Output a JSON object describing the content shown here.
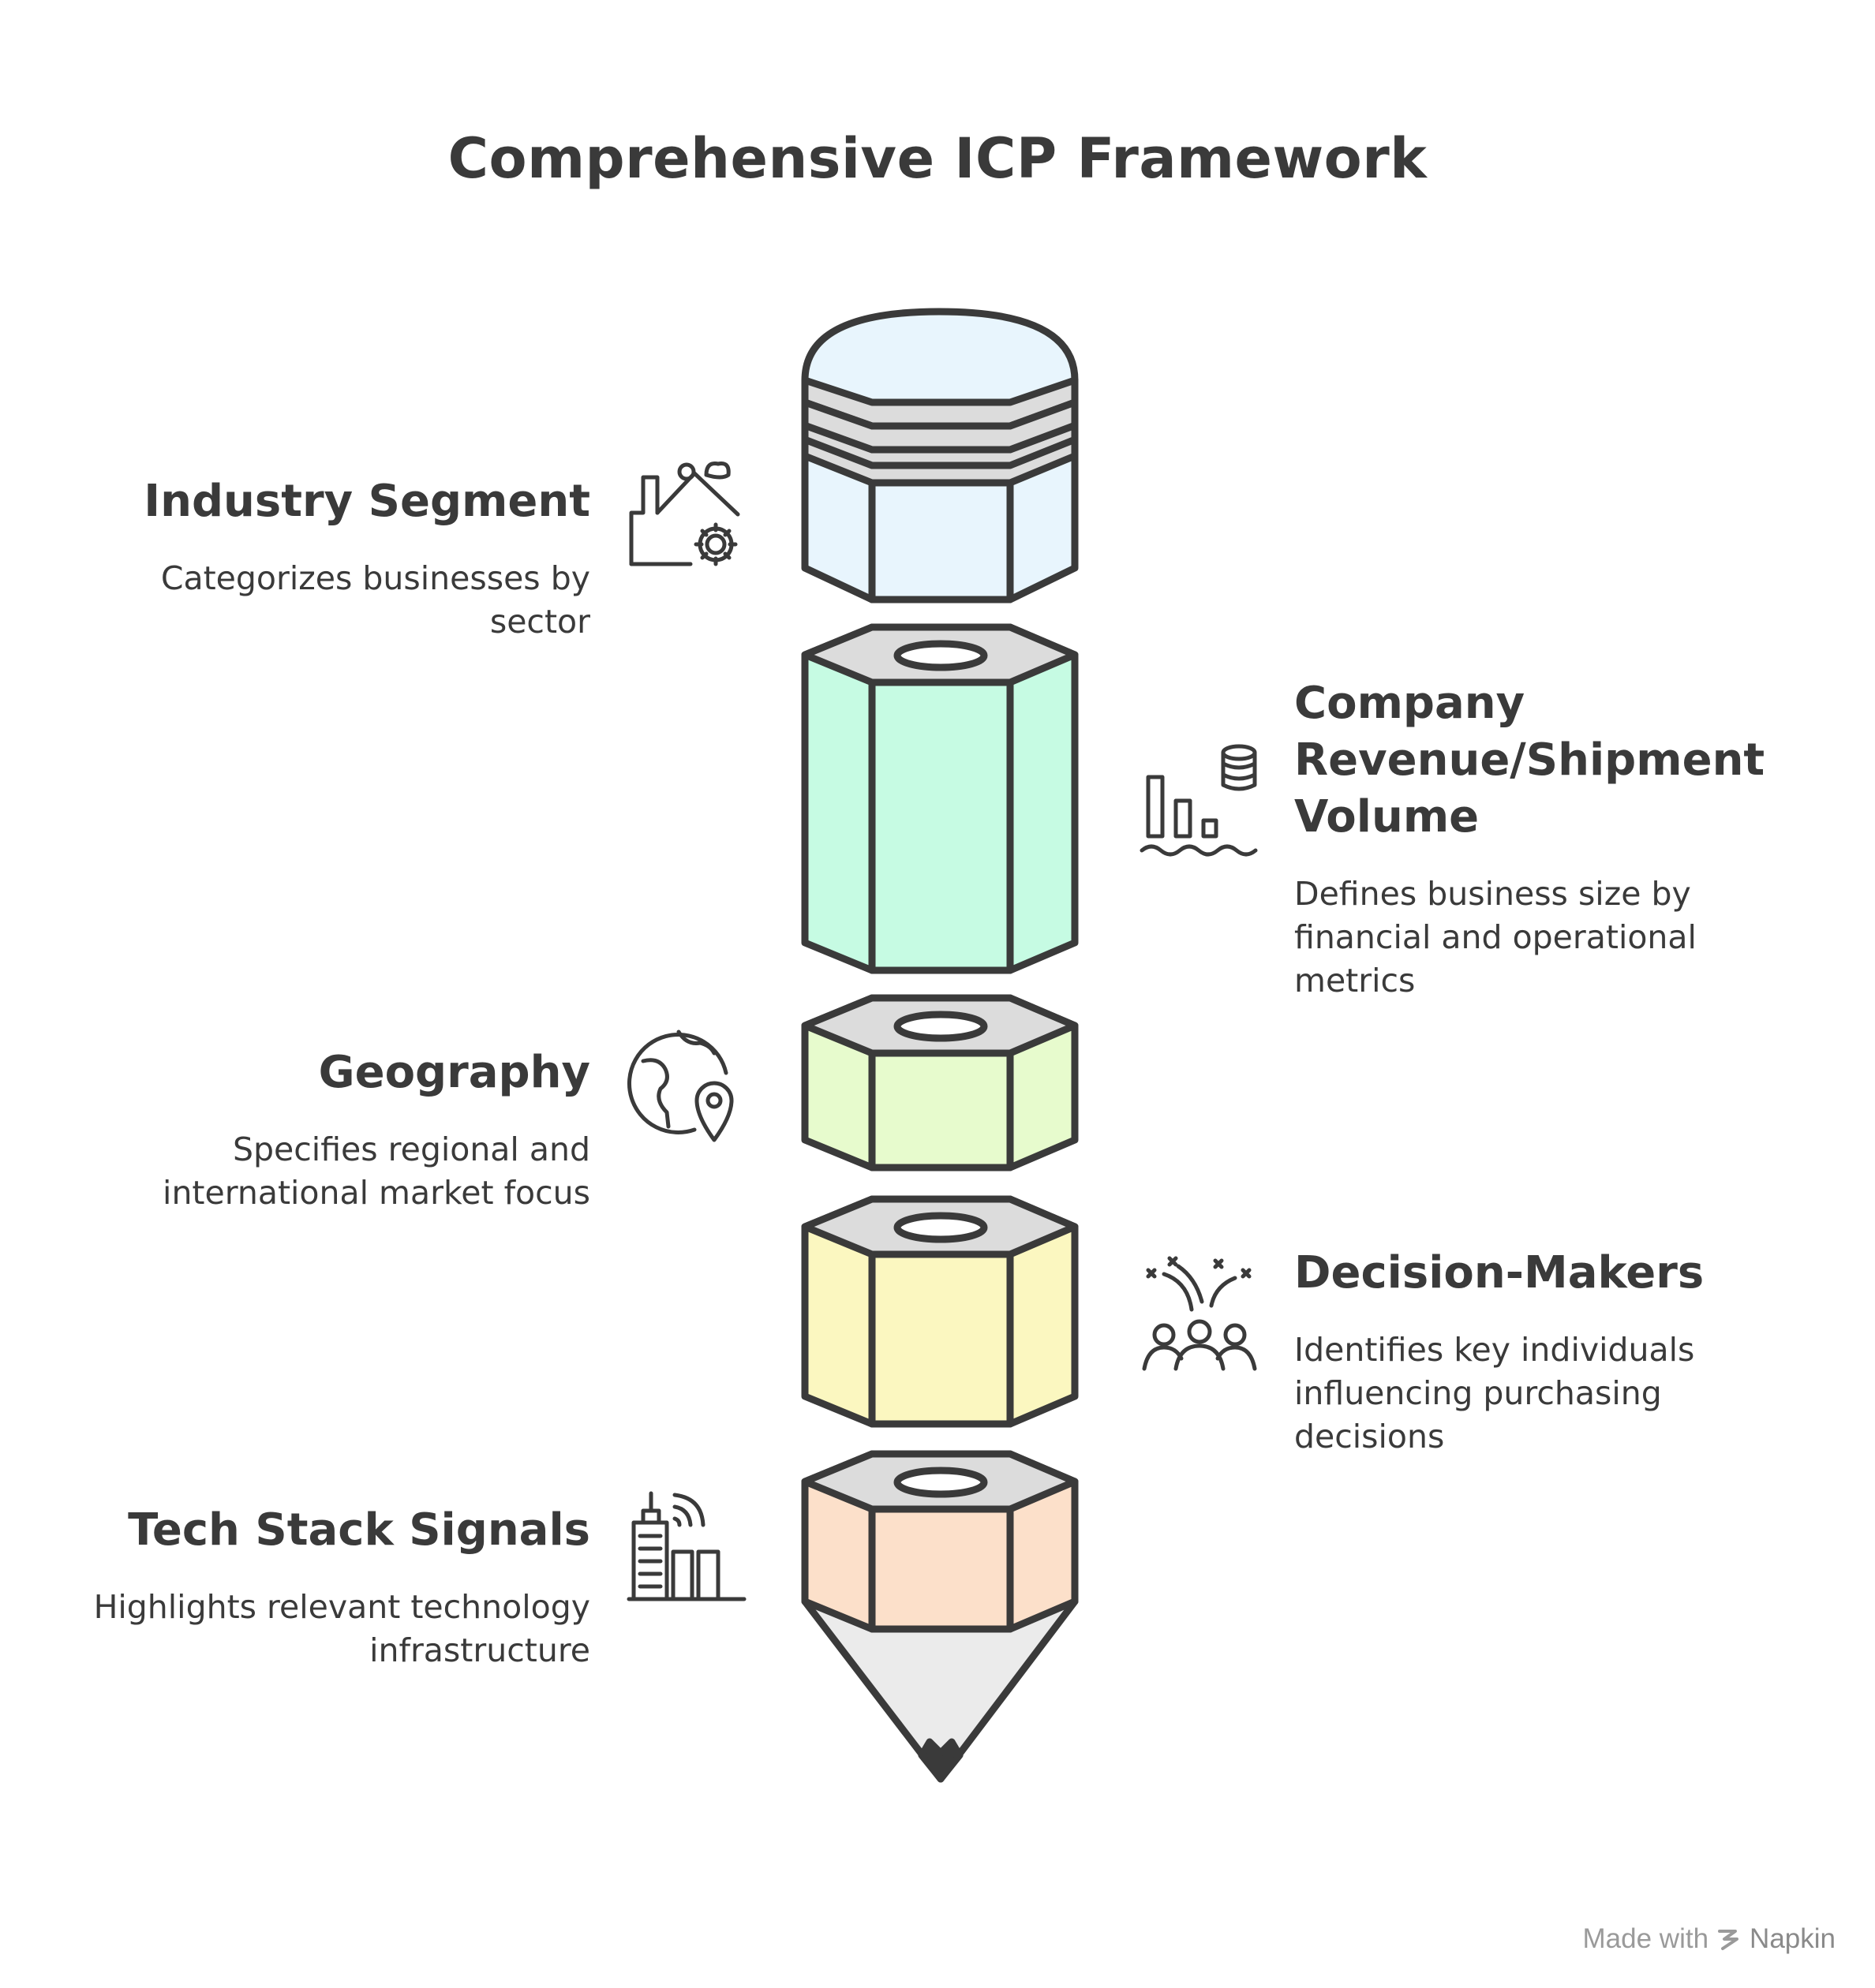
{
  "title": "Comprehensive ICP Framework",
  "sections": [
    {
      "heading": "Industry Segment",
      "description": "Categorizes businesses by sector",
      "icon": "factory-gear-icon",
      "color": "#e8f5fd"
    },
    {
      "heading": "Company Revenue/Shipment Volume",
      "description": "Defines business size by financial and operational metrics",
      "icon": "bar-chart-database-icon",
      "color": "#c6fbe3"
    },
    {
      "heading": "Geography",
      "description": "Specifies regional and international market focus",
      "icon": "globe-pin-icon",
      "color": "#e7fbcd"
    },
    {
      "heading": "Decision-Makers",
      "description": "Identifies key individuals influencing purchasing decisions",
      "icon": "people-group-icon",
      "color": "#fbf7c0"
    },
    {
      "heading": "Tech Stack Signals",
      "description": "Highlights relevant technology infrastructure",
      "icon": "buildings-signal-icon",
      "color": "#fce0ca"
    }
  ],
  "footer": {
    "made_with": "Made with",
    "brand": "Napkin"
  }
}
